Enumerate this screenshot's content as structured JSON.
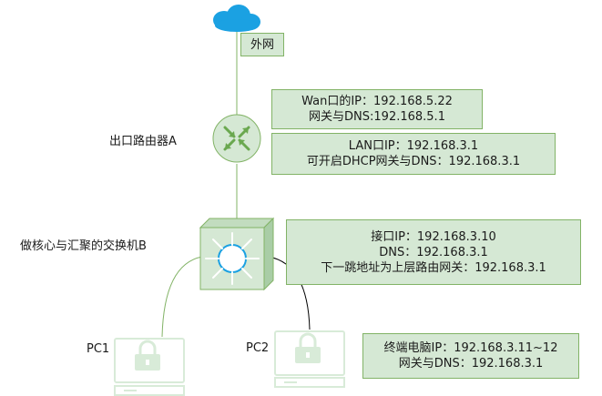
{
  "cloud_label": "外网",
  "router": {
    "name": "出口路由器A",
    "wan_lines": [
      "Wan口的IP：192.168.5.22",
      "网关与DNS:192.168.5.1"
    ],
    "lan_lines": [
      "LAN口IP：192.168.3.1",
      "可开启DHCP网关与DNS：192.168.3.1"
    ]
  },
  "switch": {
    "name": "做核心与汇聚的交换机B",
    "lines": [
      "接口IP：192.168.3.10",
      "DNS：192.168.3.1",
      "下一跳地址为上层路由网关：192.168.3.1"
    ]
  },
  "pcs": [
    {
      "label": "PC1"
    },
    {
      "label": "PC2"
    }
  ],
  "terminal": {
    "lines": [
      "终端电脑IP：192.168.3.11~12",
      "网关与DNS：192.168.3.1"
    ]
  },
  "colors": {
    "fill": "#d5e8d4",
    "stroke": "#82b366",
    "cloud": "#1ba1e2",
    "pc": "#cce5cc"
  }
}
